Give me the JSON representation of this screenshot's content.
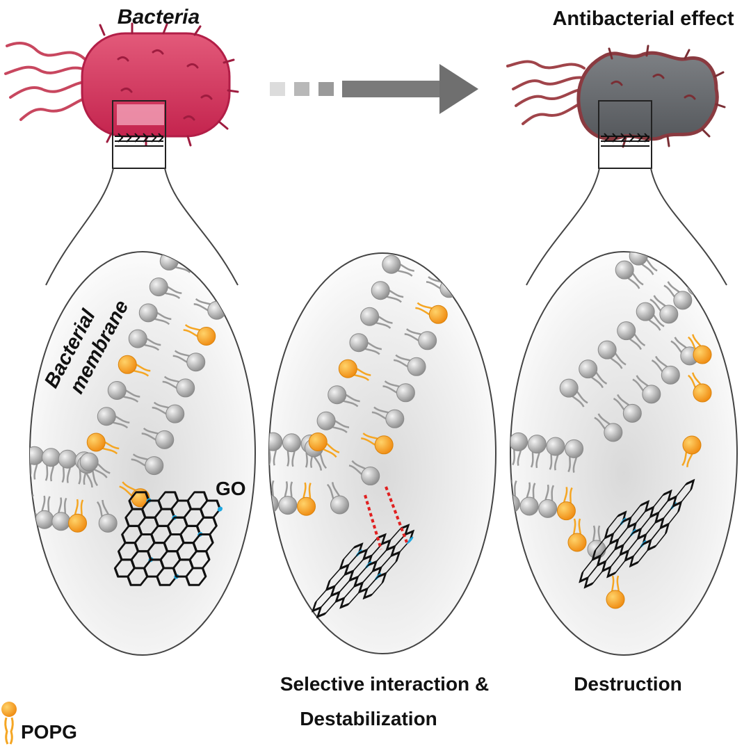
{
  "labels": {
    "bacteria": "Bacteria",
    "antibacterial_effect": "Antibacterial effect",
    "bacterial_membrane_line1": "Bacterial",
    "bacterial_membrane_line2": "membrane",
    "go": "GO",
    "selective_line1": "Selective interaction &",
    "selective_line2": "Destabilization",
    "destruction": "Destruction",
    "popg": "POPG"
  },
  "colors": {
    "bacterium_healthy": "#d62f5a",
    "bacterium_dead": "#6b6f73",
    "flagella_healthy": "#c8475f",
    "flagella_dead": "#9a4044",
    "lipid_head": "#b8b8b8",
    "popg_head": "#f5a623",
    "go_sheet": "#111111",
    "go_functional_group": "#1ea7e0",
    "interaction": "#e02020",
    "arrow": "#777777",
    "outline": "#444444"
  },
  "icons": {
    "arrow": "right-arrow-icon",
    "popg": "popg-lipid-icon",
    "go": "graphene-oxide-sheet"
  }
}
